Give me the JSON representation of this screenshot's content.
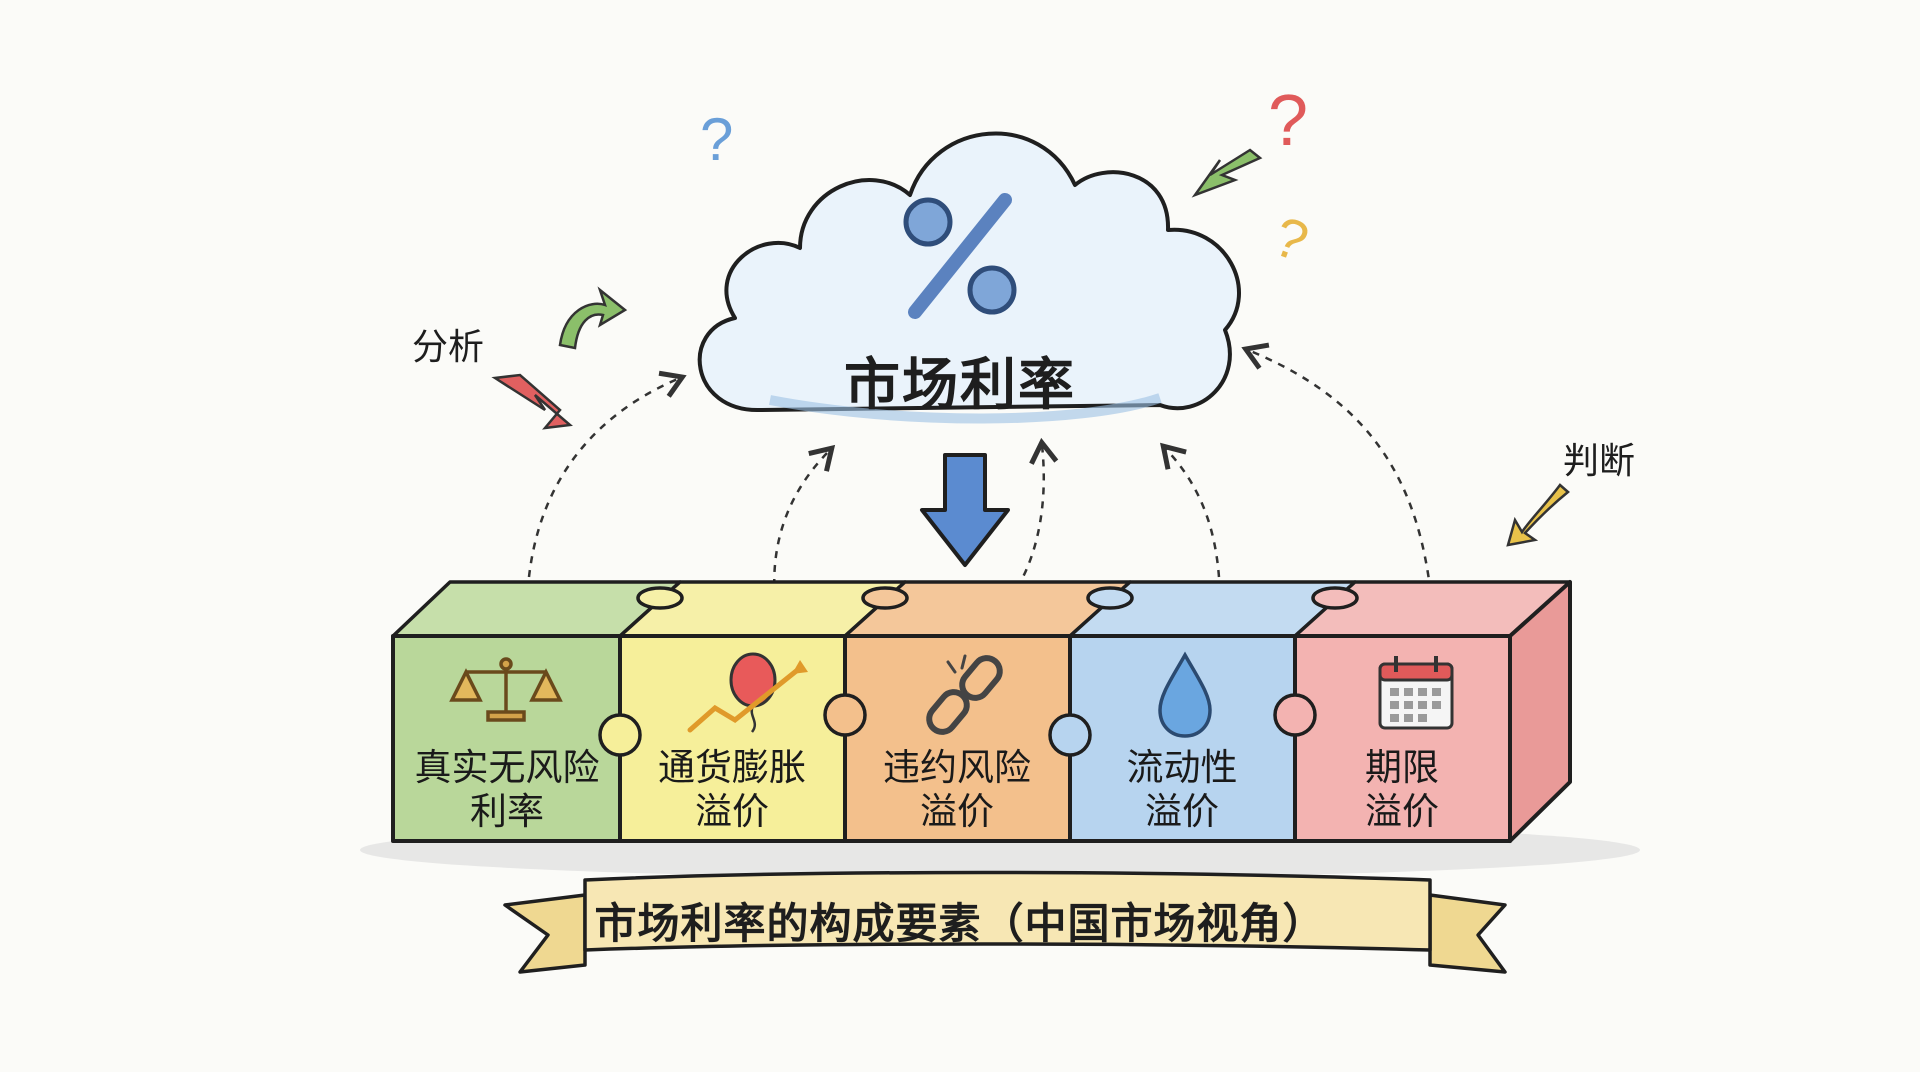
{
  "cloud": {
    "title": "市场利率",
    "percent_symbol": "%"
  },
  "side_labels": {
    "analysis": "分析",
    "judgment": "判断"
  },
  "pieces": [
    {
      "line1": "真实无风险",
      "line2": "利率",
      "icon": "scales-icon",
      "color": "#b9d79a"
    },
    {
      "line1": "通货膨胀",
      "line2": "溢价",
      "icon": "balloon-trend-icon",
      "color": "#f6ef9a"
    },
    {
      "line1": "违约风险",
      "line2": "溢价",
      "icon": "broken-chain-icon",
      "color": "#f3c08c"
    },
    {
      "line1": "流动性",
      "line2": "溢价",
      "icon": "water-drop-icon",
      "color": "#b7d4ef"
    },
    {
      "line1": "期限",
      "line2": "溢价",
      "icon": "calendar-icon",
      "color": "#f3b3b1"
    }
  ],
  "banner": {
    "text": "市场利率的构成要素（中国市场视角）"
  },
  "colors": {
    "cloud_fill": "#eaf3fb",
    "down_arrow": "#5b8bd0",
    "green_arrow": "#8bbf6a",
    "red_arrow": "#e06060",
    "yellow_arrow": "#e8c24a",
    "banner_fill": "#f7e7b4"
  }
}
